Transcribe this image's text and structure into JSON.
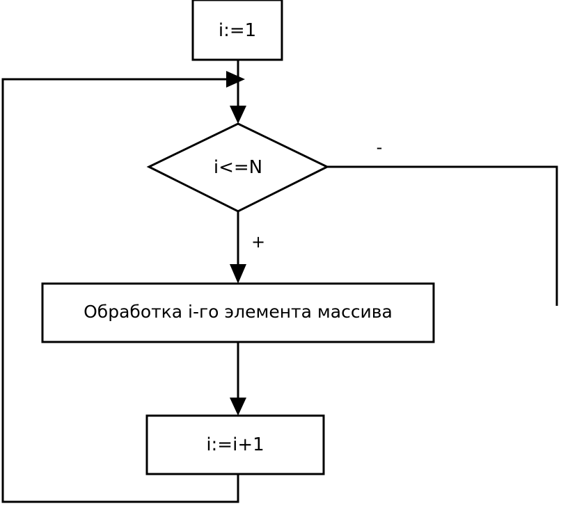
{
  "flowchart": {
    "init_label": "i:=1",
    "condition_label": "i<=N",
    "process_label": "Обработка i-го элемента массива",
    "increment_label": "i:=i+1",
    "yes_label": "+",
    "no_label": "-"
  }
}
